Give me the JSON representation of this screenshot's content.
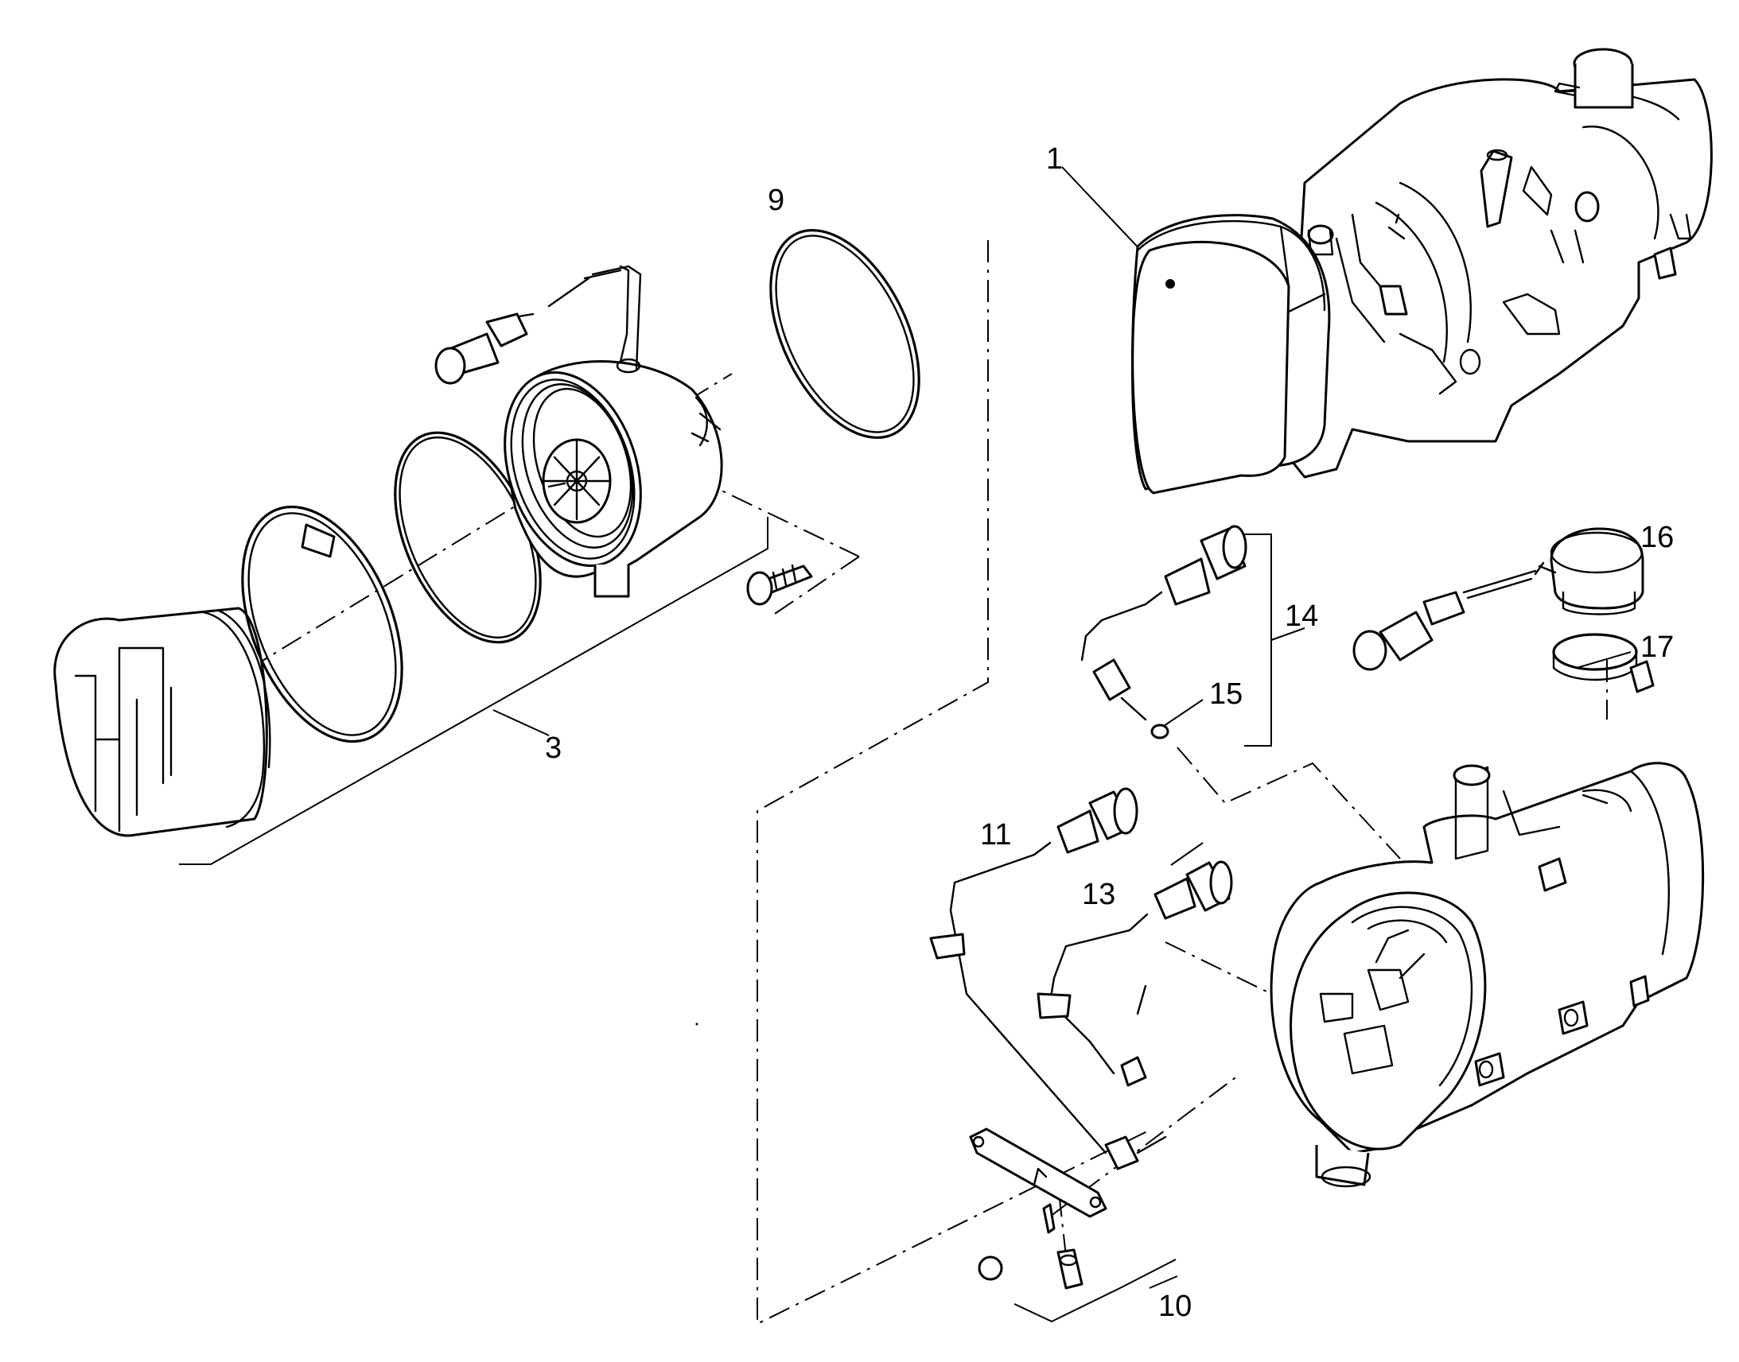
{
  "callouts": [
    "1",
    "3",
    "9",
    "10",
    "11",
    "13",
    "14",
    "15",
    "16",
    "17"
  ],
  "colors": {
    "housing_shade": "#9a9a9a",
    "line": "#000000",
    "background": "#ffffff"
  },
  "parts": {
    "cover": "shaded-cover",
    "blower": "combustion-air-blower",
    "heater": "heater-assembly",
    "end_cap": "end-cap",
    "clamp": "hose-clamp",
    "seal_rings": "o-rings",
    "screw": "screw",
    "sensors": "temperature-sensors",
    "glow_pin": "glow-pin",
    "bracket": "retaining-bracket"
  }
}
